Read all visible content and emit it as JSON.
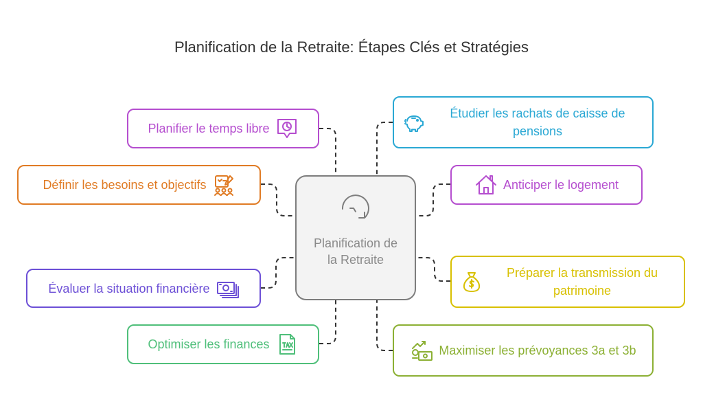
{
  "title": "Planification de la Retraite: Étapes Clés et Stratégies",
  "center": {
    "label": "Planification de la Retraite",
    "icon": "refresh-arrow-icon",
    "color": "#7d7d7d"
  },
  "nodes": [
    {
      "id": "temps-libre",
      "label": "Planifier le temps libre",
      "icon": "clock-location-icon",
      "color": "#b54ecf"
    },
    {
      "id": "besoins",
      "label": "Définir les besoins et objectifs",
      "icon": "checklist-people-icon",
      "color": "#e07b24"
    },
    {
      "id": "situation",
      "label": "Évaluer la situation financière",
      "icon": "money-stack-icon",
      "color": "#6c4fd6"
    },
    {
      "id": "finances",
      "label": "Optimiser les finances",
      "icon": "tax-document-icon",
      "color": "#4fbf7a"
    },
    {
      "id": "rachats",
      "label": "Étudier les rachats de caisse de pensions",
      "icon": "piggy-bank-icon",
      "color": "#2aa8d4"
    },
    {
      "id": "logement",
      "label": "Anticiper le logement",
      "icon": "house-icon",
      "color": "#b54ecf"
    },
    {
      "id": "transmission",
      "label": "Préparer la transmission du patrimoine",
      "icon": "money-bag-icon",
      "color": "#d8c000"
    },
    {
      "id": "prevoyances",
      "label": "Maximiser les prévoyances 3a et 3b",
      "icon": "money-growth-icon",
      "color": "#8cb034"
    }
  ]
}
